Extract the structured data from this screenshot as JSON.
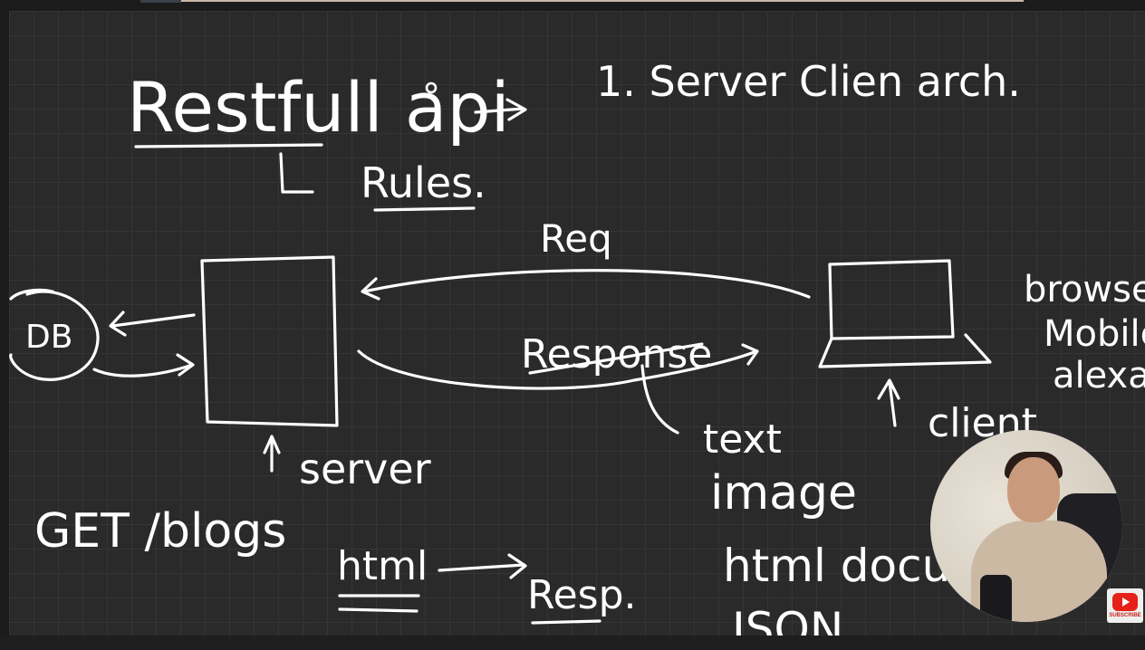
{
  "heading": {
    "title": "Restfull api",
    "sub": "Rules.",
    "point_1": "1. Server Clien arch."
  },
  "diagram": {
    "db_label": "DB",
    "req_label": "Req",
    "response_label": "Response",
    "server_label": "server",
    "client_label": "client",
    "client_types": [
      "browse",
      "Mobile",
      "alexa"
    ],
    "response_types": [
      "text",
      "image",
      "html docu",
      "JSON"
    ]
  },
  "notes": {
    "get_line": "GET /blogs",
    "html_label": "html",
    "resp_label": "Resp."
  },
  "overlay": {
    "subscribe_label": "SUBSCRIBE"
  },
  "colors": {
    "ink": "#ffffff",
    "board": "#2a2a2b",
    "grid": "#353536",
    "subscribe_red": "#e62117"
  }
}
